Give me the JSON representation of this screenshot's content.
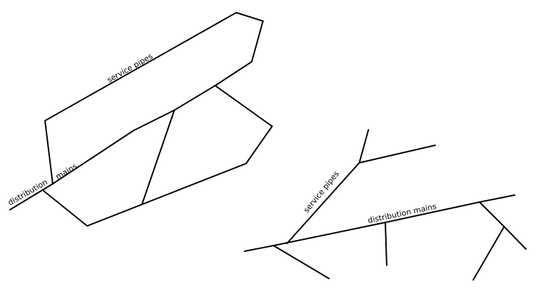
{
  "left_network": {
    "label_distribution": "distribution",
    "label_mains": "mains",
    "label_service": "service pipes"
  },
  "right_network": {
    "label_service": "service pipes",
    "label_distribution": "distribution mains"
  }
}
